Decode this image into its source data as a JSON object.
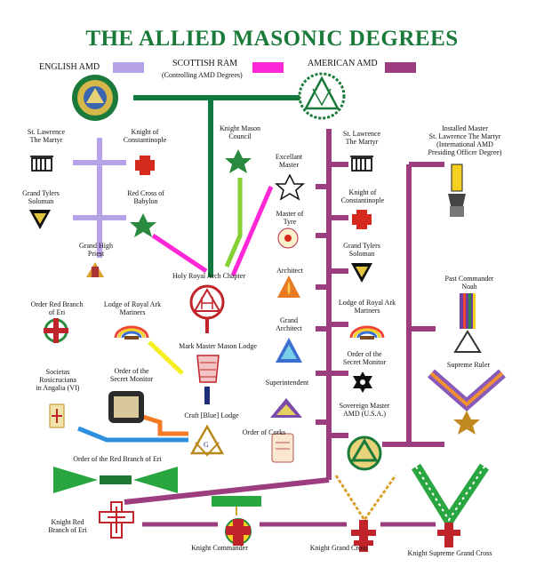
{
  "title": "THE ALLIED MASONIC DEGREES",
  "legend": {
    "english": {
      "label": "ENGLISH AMD",
      "color": "#b6a2e6"
    },
    "scottish": {
      "label": "SCOTTISH RAM",
      "sub": "(Controlling AMD Degrees)",
      "color": "#ff28d8"
    },
    "american": {
      "label": "AMERICAN AMD",
      "color": "#9b3d7e"
    }
  },
  "line_colors": {
    "green": "#117a40",
    "lime": "#86cf35",
    "magenta": "#ff28d8",
    "purple": "#9b3d7e",
    "lavender": "#b6a2e6",
    "yellow": "#f5ee21",
    "navy": "#1d2d7a",
    "orange": "#f47a24",
    "blue": "#2d8fe0"
  },
  "degrees": {
    "st_lawrence_left": "St. Lawrence\nThe Martyr",
    "knight_constantinople_left": "Knight of\nConstantinople",
    "knight_mason_council": "Knight Mason\nCouncil",
    "excellant_master": "Excellant\nMaster",
    "st_lawrence_right": "St. Lawrence\nThe Martyr",
    "installed_master": "Installed Master\nSt. Lawrence The Martyr\n(International AMD\nPresiding Officer Degree)",
    "grand_tylers_left": "Grand Tylers\nSoloman",
    "red_cross_babylon": "Red Cross of\nBabylon",
    "master_of_tyre": "Master of\nTyre",
    "knight_constantinople_right": "Knight of\nConstantinople",
    "grand_high_priest": "Grand High\nPriest",
    "holy_royal_arch": "Holy Royal Arch Chapter",
    "grand_tylers_right": "Grand Tylers\nSoloman",
    "architect": "Architect",
    "past_commander": "Past Commander\nNoah",
    "order_red_branch_left": "Order Red Branch\nof Eri",
    "lodge_royal_ark_left": "Lodge of Royal Ark\nMariners",
    "grand_architect": "Grand\nArchitect",
    "lodge_royal_ark_right": "Lodge of Royal Ark\nMariners",
    "mark_master": "Mark Master Mason Lodge",
    "order_secret_monitor_right": "Order of the\nSecret Monitor",
    "supreme_ruler": "Supreme Ruler",
    "societas": "Societas\nRosicruciana\nin Angalia (VI)",
    "order_secret_monitor_left": "Order of the\nSecret Monitor",
    "superintendent": "Superintendent",
    "sovereign_master": "Sovereign Master\nAMD (U.S.A.)",
    "craft_lodge": "Craft [Blue] Lodge",
    "order_of_corks": "Order of Corks",
    "order_red_branch_bottom": "Order of the Red Branch of Eri",
    "knight_red_branch": "Knight Red\nBranch of Eri",
    "knight_commander": "Knight Commander",
    "knight_grand_cross": "Knight Grand Cross",
    "knight_supreme_grand_cross": "Knight Supreme Grand Cross"
  }
}
